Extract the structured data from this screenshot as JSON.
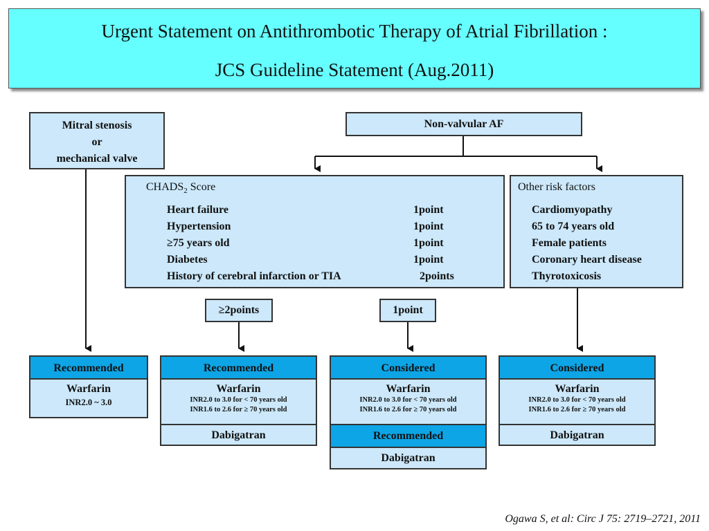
{
  "header": {
    "line1": "Urgent Statement on Antithrombotic Therapy of Atrial Fibrillation :",
    "line2": "JCS Guideline Statement (Aug.2011)"
  },
  "mitral": {
    "line1": "Mitral stenosis",
    "line2": "or",
    "line3": "mechanical valve"
  },
  "nonvalvular": {
    "label": "Non-valvular AF"
  },
  "chads": {
    "title": "CHADS",
    "subscript": "2",
    "title_suffix": " Score",
    "items": [
      {
        "label": "Heart failure",
        "points": "1point"
      },
      {
        "label": "Hypertension",
        "points": "1point"
      },
      {
        "label": "≥75 years old",
        "points": "1point"
      },
      {
        "label": "Diabetes",
        "points": "1point"
      },
      {
        "label": "History of cerebral infarction or TIA",
        "points": "2points"
      }
    ]
  },
  "other_risk": {
    "title": "Other risk factors",
    "items": [
      "Cardiomyopathy",
      "65 to 74 years old",
      "Female patients",
      "Coronary heart disease",
      "Thyrotoxicosis"
    ]
  },
  "thresholds": {
    "two_points": "≥2points",
    "one_point": "1point"
  },
  "results": {
    "mitral": {
      "head": "Recommended",
      "drug": "Warfarin",
      "inr": "INR2.0 ~ 3.0"
    },
    "two_points": {
      "head": "Recommended",
      "drug": "Warfarin",
      "inr1": "INR2.0 to 3.0 for < 70 years old",
      "inr2": "INR1.6 to 2.6 for ≥ 70 years old",
      "alt": "Dabigatran"
    },
    "one_point": {
      "head": "Considered",
      "drug": "Warfarin",
      "inr1": "INR2.0 to 3.0 for < 70 years old",
      "inr2": "INR1.6 to 2.6 for ≥ 70 years old",
      "alt_head": "Recommended",
      "alt": "Dabigatran"
    },
    "other": {
      "head": "Considered",
      "drug": "Warfarin",
      "inr1": "INR2.0 to 3.0 for < 70 years old",
      "inr2": "INR1.6 to 2.6 for ≥ 70 years old",
      "alt": "Dabigatran"
    }
  },
  "citation": "Ogawa S, et al: Circ J 75: 2719–2721, 2011",
  "colors": {
    "header_bg": "#66ffff",
    "box_bg": "#cce8fa",
    "head_bg": "#0da5e6"
  }
}
